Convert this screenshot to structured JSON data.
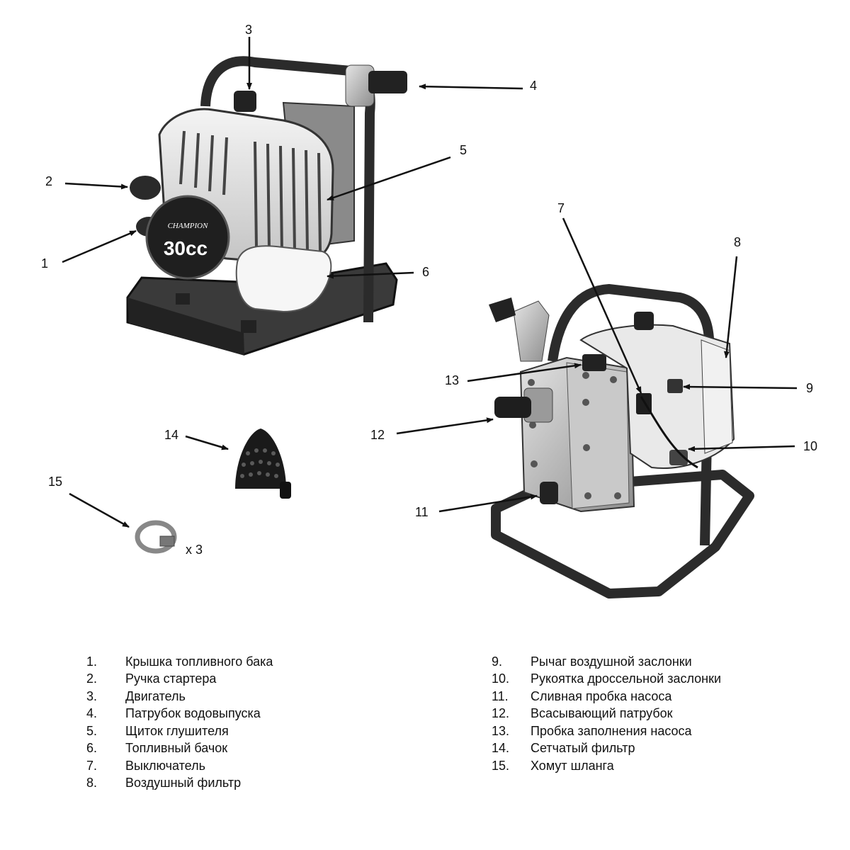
{
  "callouts": [
    {
      "id": "1",
      "label": "1"
    },
    {
      "id": "2",
      "label": "2"
    },
    {
      "id": "3",
      "label": "3"
    },
    {
      "id": "4",
      "label": "4"
    },
    {
      "id": "5",
      "label": "5"
    },
    {
      "id": "6",
      "label": "6"
    },
    {
      "id": "7",
      "label": "7"
    },
    {
      "id": "8",
      "label": "8"
    },
    {
      "id": "9",
      "label": "9"
    },
    {
      "id": "10",
      "label": "10"
    },
    {
      "id": "11",
      "label": "11"
    },
    {
      "id": "12",
      "label": "12"
    },
    {
      "id": "13",
      "label": "13"
    },
    {
      "id": "14",
      "label": "14"
    },
    {
      "id": "15",
      "label": "15"
    }
  ],
  "engine_badge": {
    "brand": "CHAMPION",
    "model": "30cc"
  },
  "clamp_qty": "x 3",
  "legend": [
    {
      "num": "1.",
      "text": "Крышка топливного бака"
    },
    {
      "num": "2.",
      "text": "Ручка стартера"
    },
    {
      "num": "3.",
      "text": "Двигатель"
    },
    {
      "num": "4.",
      "text": "Патрубок водовыпуска"
    },
    {
      "num": "5.",
      "text": "Щиток глушителя"
    },
    {
      "num": "6.",
      "text": "Топливный бачок"
    },
    {
      "num": "7.",
      "text": "Выключатель"
    },
    {
      "num": "8.",
      "text": "Воздушный фильтр"
    },
    {
      "num": "9.",
      "text": "Рычаг воздушной заслонки"
    },
    {
      "num": "10.",
      "text": "Рукоятка дроссельной заслонки"
    },
    {
      "num": "11.",
      "text": "Сливная пробка насоса"
    },
    {
      "num": "12.",
      "text": "Всасывающий патрубок"
    },
    {
      "num": "13.",
      "text": "Пробка заполнения насоса"
    },
    {
      "num": "14.",
      "text": "Сетчатый фильтр"
    },
    {
      "num": "15.",
      "text": "Хомут шланга"
    }
  ]
}
